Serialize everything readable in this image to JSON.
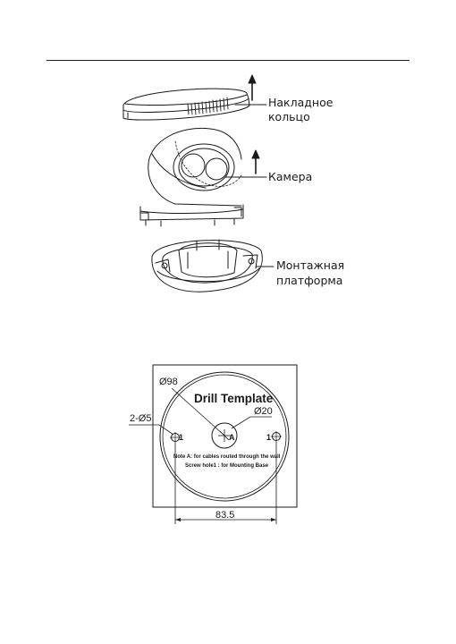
{
  "exploded_view": {
    "labels": {
      "trim_ring_line1": "Накладное",
      "trim_ring_line2": "кольцо",
      "camera": "Камера",
      "mount_line1": "Монтажная",
      "mount_line2": "платформа"
    }
  },
  "drill_template": {
    "title": "Drill Template",
    "outer_diameter": "Ø98",
    "center_hole_diameter": "Ø20",
    "screw_holes": "2-Ø5",
    "hole_mark_left": "1",
    "hole_mark_right": "1",
    "center_mark": "A",
    "note_line1": "Note A: for cables routed through the wall",
    "note_line2": "Screw hole1 : for Mounting Base",
    "hole_spacing": "83.5"
  },
  "colors": {
    "line": "#1a1a1a",
    "background": "#ffffff"
  }
}
